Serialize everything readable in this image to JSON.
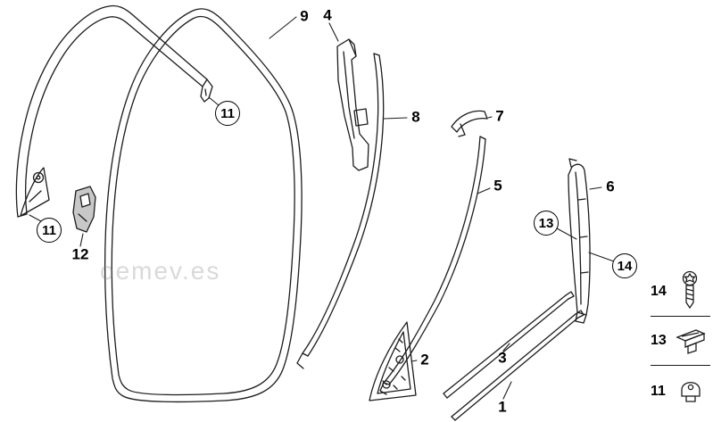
{
  "diagram": {
    "watermark": "oemev.es",
    "callouts": [
      {
        "id": "9",
        "style": "plain"
      },
      {
        "id": "4",
        "style": "plain"
      },
      {
        "id": "11",
        "style": "circled"
      },
      {
        "id": "8",
        "style": "plain"
      },
      {
        "id": "7",
        "style": "plain"
      },
      {
        "id": "5",
        "style": "plain"
      },
      {
        "id": "6",
        "style": "plain"
      },
      {
        "id": "13",
        "style": "circled"
      },
      {
        "id": "14",
        "style": "circled"
      },
      {
        "id": "11",
        "style": "circled"
      },
      {
        "id": "12",
        "style": "plain"
      },
      {
        "id": "2",
        "style": "plain"
      },
      {
        "id": "3",
        "style": "plain"
      },
      {
        "id": "1",
        "style": "plain"
      }
    ],
    "legend": [
      {
        "id": "14",
        "icon": "torx-screw"
      },
      {
        "id": "13",
        "icon": "plastic-clip"
      },
      {
        "id": "11",
        "icon": "spring-clip"
      }
    ]
  }
}
